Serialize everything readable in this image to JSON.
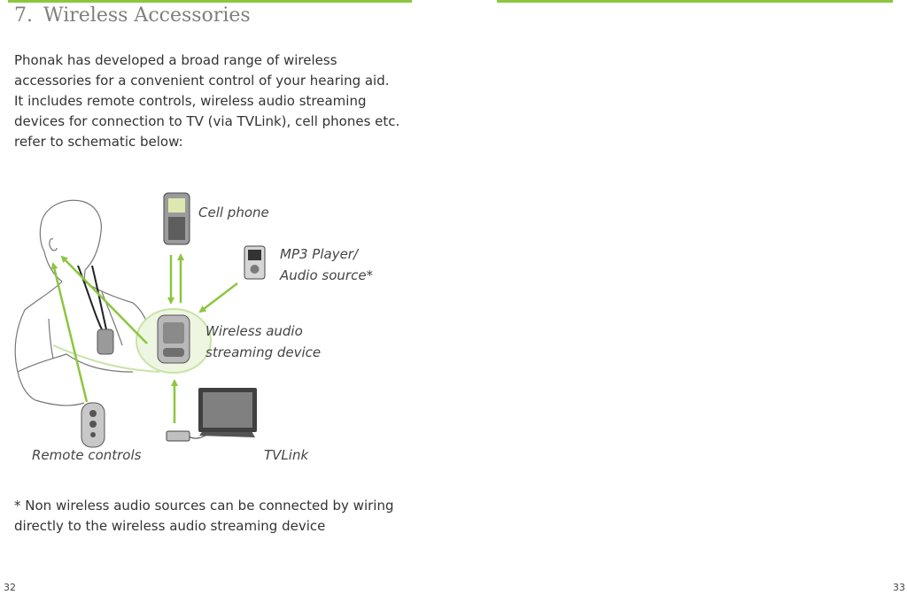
{
  "heading": {
    "number": "7.",
    "title": "Wireless Accessories"
  },
  "intro_lines": [
    "Phonak has developed a broad range of wireless",
    "accessories for a convenient control of your hearing aid.",
    "It includes remote controls, wireless audio streaming",
    "devices for connection to TV (via TVLink), cell phones etc.",
    "refer to schematic below:"
  ],
  "labels": {
    "cell_phone": "Cell phone",
    "mp3_line1": "MP3 Player/",
    "mp3_line2": "Audio source*",
    "wireless_line1": "Wireless audio",
    "wireless_line2": "streaming device",
    "remote_controls": "Remote controls",
    "tvlink": "TVLink"
  },
  "footnote_lines": [
    "* Non wireless audio sources can be connected by wiring",
    "directly to the wireless audio streaming device"
  ],
  "page_numbers": {
    "left": "32",
    "right": "33"
  },
  "colors": {
    "accent": "#8cc63f",
    "text": "#333333",
    "heading": "#7f7f7f"
  }
}
